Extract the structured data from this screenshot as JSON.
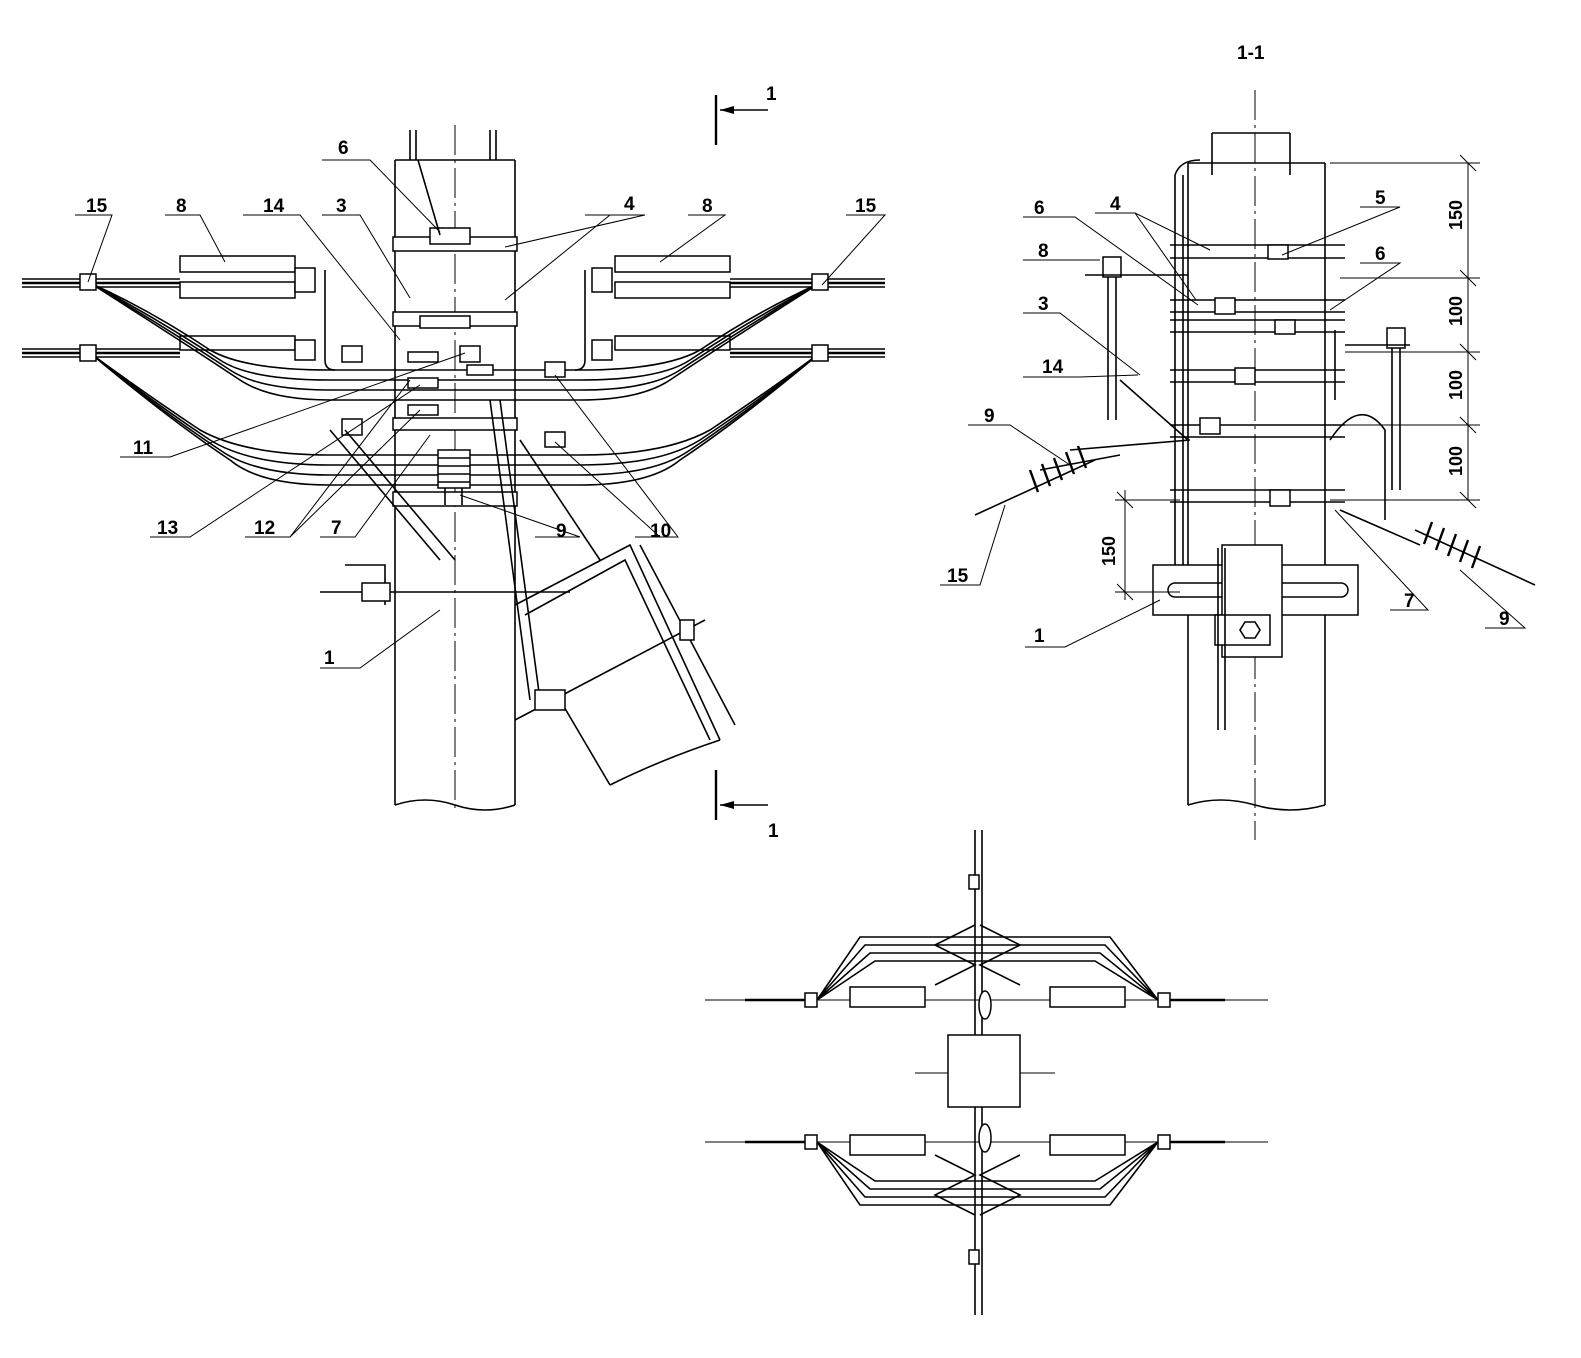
{
  "front_view": {
    "labels": [
      "15",
      "8",
      "14",
      "3",
      "6",
      "4",
      "8",
      "15",
      "11",
      "13",
      "12",
      "7",
      "9",
      "10",
      "1"
    ],
    "section_mark_top": "1",
    "section_mark_bottom": "1"
  },
  "section_view": {
    "title": "1-1",
    "labels": [
      "6",
      "4",
      "5",
      "8",
      "6",
      "3",
      "14",
      "9",
      "15",
      "1",
      "7",
      "9"
    ],
    "dimensions": [
      "150",
      "100",
      "100",
      "100",
      "150"
    ]
  }
}
